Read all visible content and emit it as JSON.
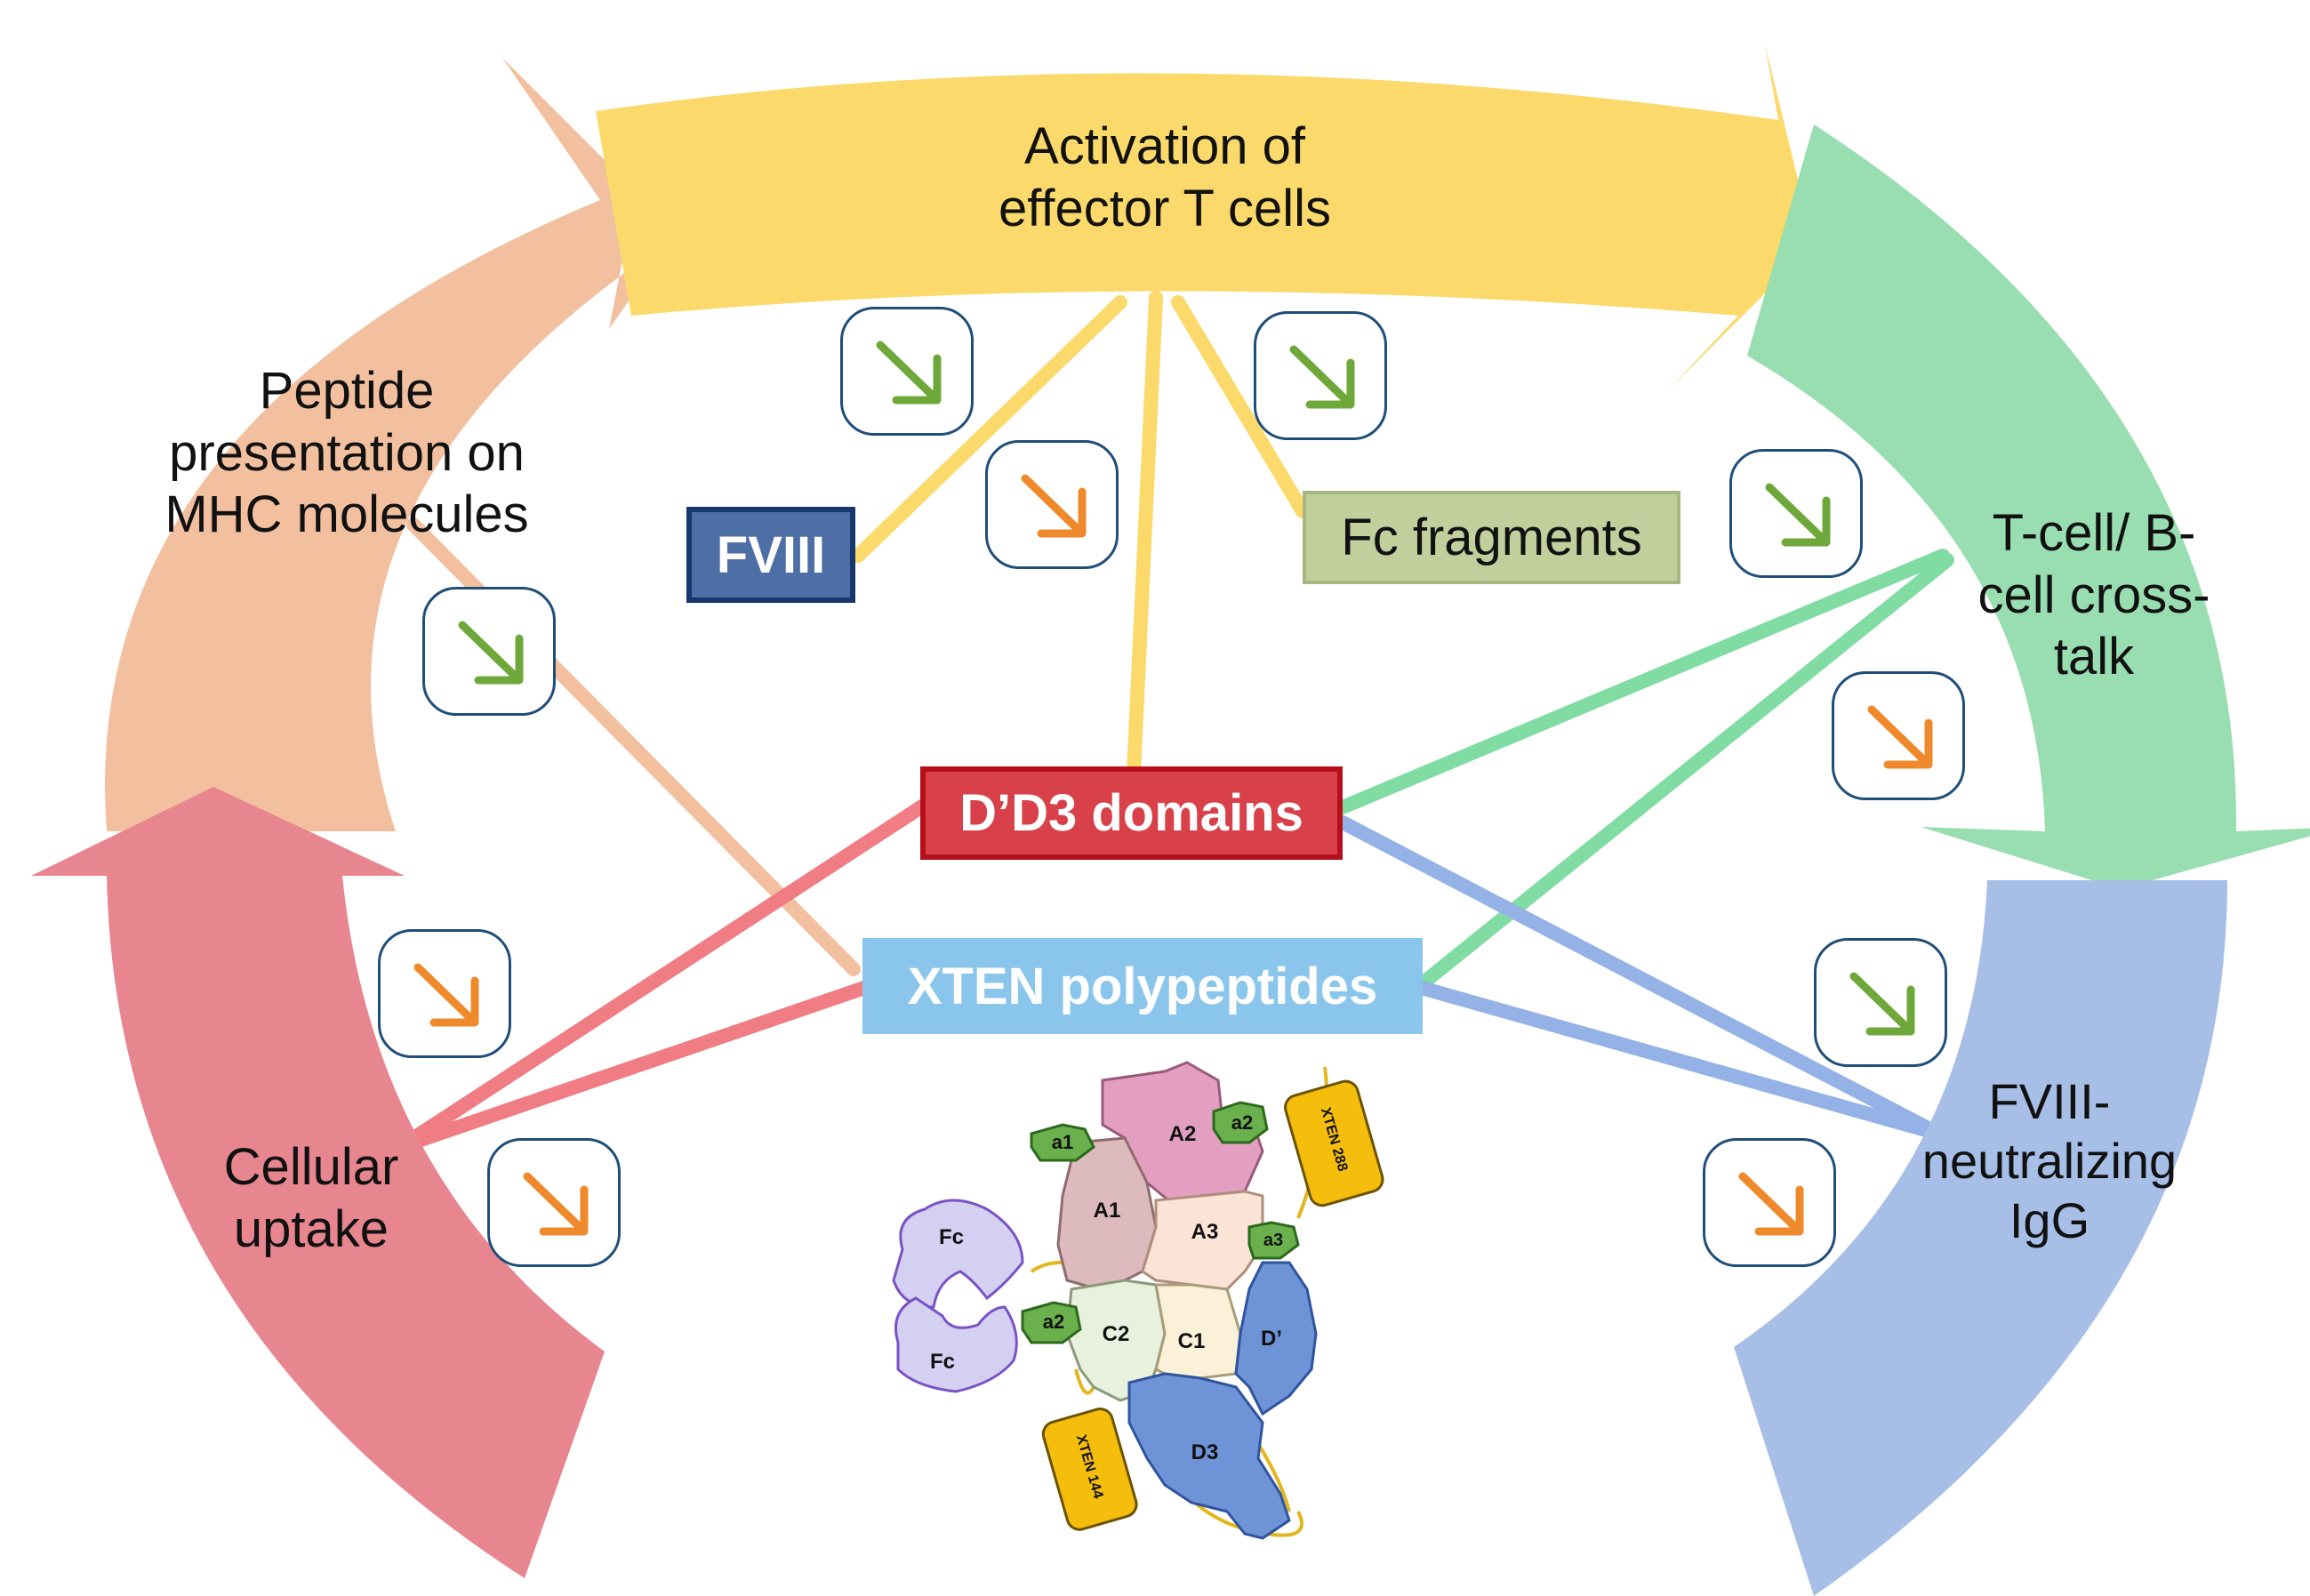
{
  "cycle": {
    "activation": "Activation of effector T cells",
    "tb": "T-cell/ B-cell cross-talk",
    "ig": "FVIII- neutralizing IgG",
    "uptake": "Cellular uptake",
    "peptide": "Peptide presentation on MHC molecules"
  },
  "components": {
    "fviii": "FVIII",
    "fc": "Fc fragments",
    "dd3": "D’D3 domains",
    "xten": "XTEN polypeptides"
  },
  "molecule": {
    "a1": "A1",
    "a2": "A2",
    "a3": "A3",
    "c1": "C1",
    "c2": "C2",
    "dprime": "D’",
    "d3": "D3",
    "fc_top": "Fc",
    "fc_bottom": "Fc",
    "acid_a1": "a1",
    "acid_a2_top": "a2",
    "acid_a3": "a3",
    "acid_a2_left": "a2",
    "xten288": "XTEN 288",
    "xten144": "XTEN 144"
  },
  "colors": {
    "peptide": "#f3c09f",
    "activation": "#fbd96b",
    "tb": "#98deb0",
    "ig": "#a7bfe7",
    "uptake": "#e7868f",
    "fviii_fill": "#4e6fa6",
    "fviii_border": "#17386c",
    "fc_fill": "#c1cf9d",
    "fc_border": "#a7b682",
    "dd3_fill": "#d9414a",
    "dd3_border": "#b50f1c",
    "xten_fill": "#8ac6ec",
    "arrow_green": "#6fa83a",
    "arrow_orange": "#ee8a2c",
    "badge_border": "#1f4e79"
  },
  "decrease_arrows": [
    {
      "id": "a1",
      "color": "green"
    },
    {
      "id": "a2",
      "color": "green"
    },
    {
      "id": "a3",
      "color": "orange"
    },
    {
      "id": "a4",
      "color": "green"
    },
    {
      "id": "a5",
      "color": "green"
    },
    {
      "id": "a6",
      "color": "orange"
    },
    {
      "id": "a7",
      "color": "orange"
    },
    {
      "id": "a8",
      "color": "orange"
    },
    {
      "id": "a9",
      "color": "green"
    },
    {
      "id": "a10",
      "color": "orange"
    }
  ]
}
